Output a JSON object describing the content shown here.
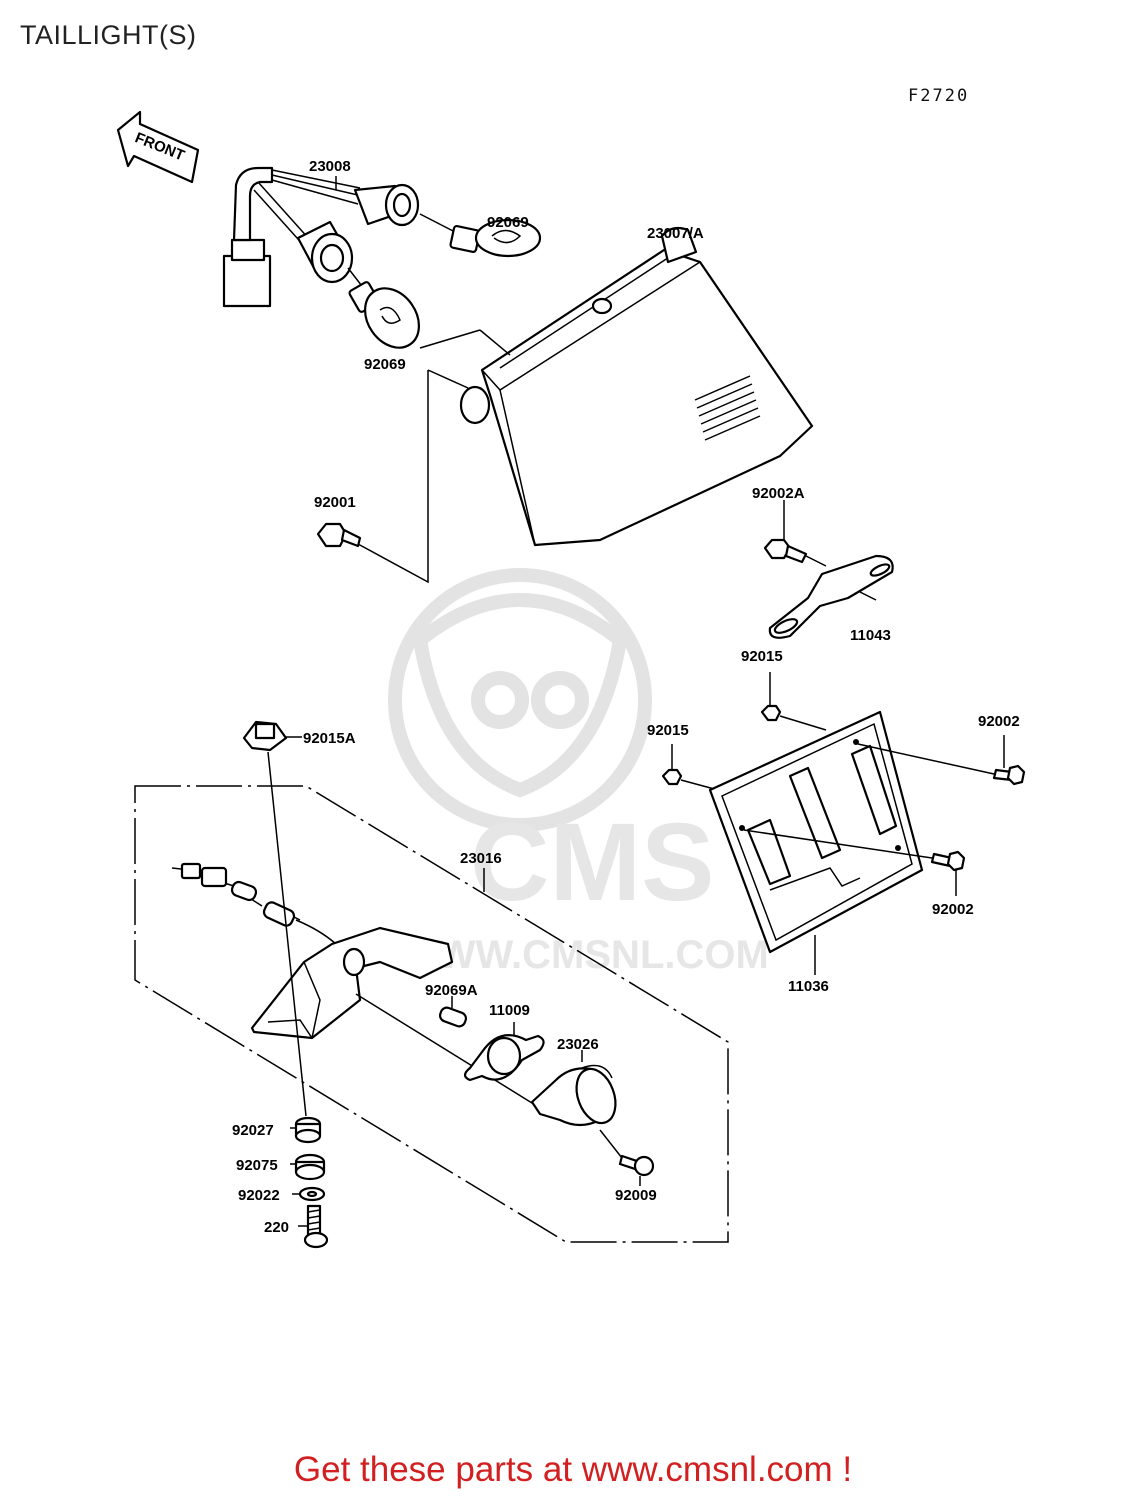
{
  "page_title": "TAILLIGHT(S)",
  "figure_code": "F2720",
  "front_arrow_label": "FRONT",
  "watermark": {
    "brand": "CMS",
    "url": "WWW.CMSNL.COM"
  },
  "footer_text": "Get these parts at www.cmsnl.com !",
  "part_labels": {
    "p23008": "23008",
    "p92069_top": "92069",
    "p92069_bottom": "92069",
    "p23007A": "23007/A",
    "p92001": "92001",
    "p92002A": "92002A",
    "p11043": "11043",
    "p92015_top": "92015",
    "p92015_mid": "92015",
    "p92002_top": "92002",
    "p92002_bottom": "92002",
    "p92015A": "92015A",
    "p23016": "23016",
    "p11036": "11036",
    "p92069A": "92069A",
    "p11009": "11009",
    "p23026": "23026",
    "p92027": "92027",
    "p92075": "92075",
    "p92022": "92022",
    "p220": "220",
    "p92009": "92009"
  },
  "colors": {
    "footer": "#d21f1f",
    "line": "#000000",
    "watermark": "#e3e3e3"
  }
}
